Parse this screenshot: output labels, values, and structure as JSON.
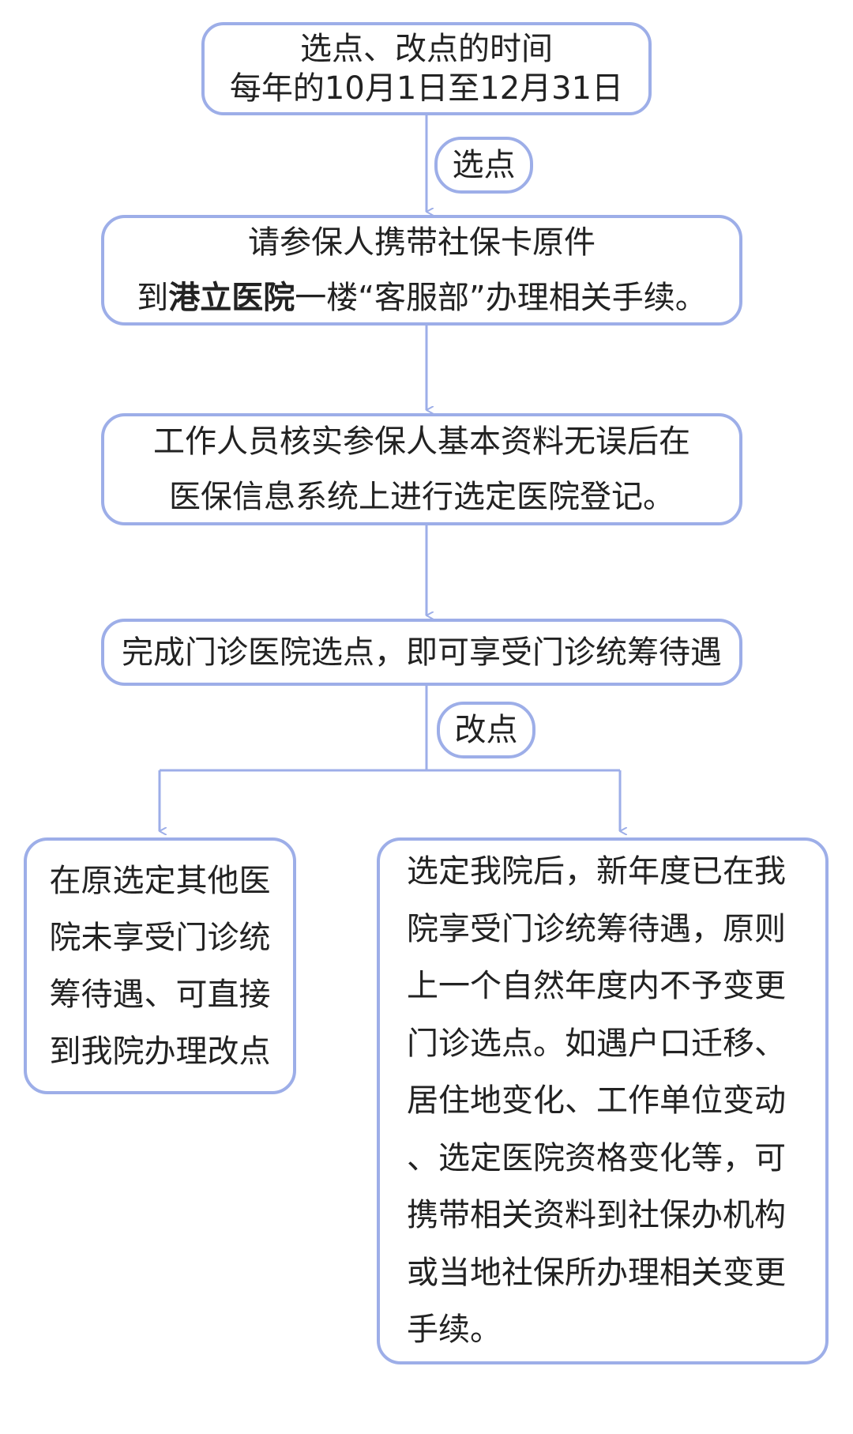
{
  "diagram": {
    "time_box": {
      "line1": "选点、改点的时间",
      "line2": "每年的10月1日至12月31日"
    },
    "select_label": "选点",
    "bring_box": {
      "line1": "请参保人携带社保卡原件",
      "line2_prefix": "到",
      "line2_bold": "港立医院",
      "line2_suffix": "一楼“客服部”办理相关手续。"
    },
    "verify_box": {
      "line1": "工作人员核实参保人基本资料无误后在",
      "line2": "医保信息系统上进行选定医院登记。"
    },
    "done_box": {
      "text": "完成门诊医院选点，即可享受门诊统筹待遇"
    },
    "change_label": "改点",
    "left_box": {
      "lines": [
        "在原选定其他医",
        "院未享受门诊统",
        "筹待遇、可直接",
        "到我院办理改点"
      ]
    },
    "right_box": {
      "lines": [
        "选定我院后，新年度已在我",
        "院享受门诊统筹待遇，原则",
        "上一个自然年度内不予变更",
        "门诊选点。如遇户口迁移、",
        "居住地变化、工作单位变动",
        "、选定医院资格变化等，可",
        "携带相关资料到社保办机构",
        "或当地社保所办理相关变更",
        "手续。"
      ]
    },
    "colors": {
      "border": "#9daee8",
      "connector": "#9daee8",
      "text": "#222222"
    }
  }
}
